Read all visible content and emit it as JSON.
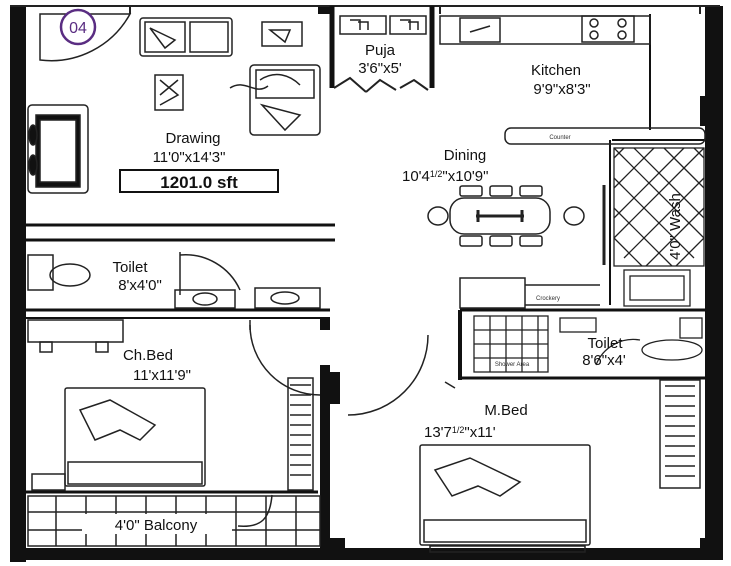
{
  "unit": {
    "number": "04",
    "circle_color": "#5a2d82"
  },
  "rooms": {
    "drawing": {
      "name": "Drawing",
      "size": "11'0\"x14'3\""
    },
    "area_label": "1201.0 sft",
    "puja": {
      "name": "Puja",
      "size": "3'6\"x5'"
    },
    "kitchen": {
      "name": "Kitchen",
      "size": "9'9\"x8'3\""
    },
    "dining": {
      "name": "Dining",
      "size_main": "10'4",
      "size_frac": "1/2",
      "size_rest": "\"x10'9\""
    },
    "wash": {
      "name": "4'0\" Wash"
    },
    "toilet1": {
      "name": "Toilet",
      "size": "8'x4'0\""
    },
    "chbed": {
      "name": "Ch.Bed",
      "size": "11'x11'9\""
    },
    "toilet2": {
      "name": "Toilet",
      "size": "8'6\"x4'"
    },
    "mbed": {
      "name": "M.Bed",
      "size_main": "13'7",
      "size_frac": "1/2",
      "size_rest": "\"x11'"
    },
    "balcony": {
      "name": "4'0\" Balcony"
    }
  },
  "fixtures": {
    "counter": "Counter",
    "crockery": "Crockery",
    "shower": "Shower Area"
  },
  "colors": {
    "wall": "#111111",
    "line": "#222222"
  }
}
